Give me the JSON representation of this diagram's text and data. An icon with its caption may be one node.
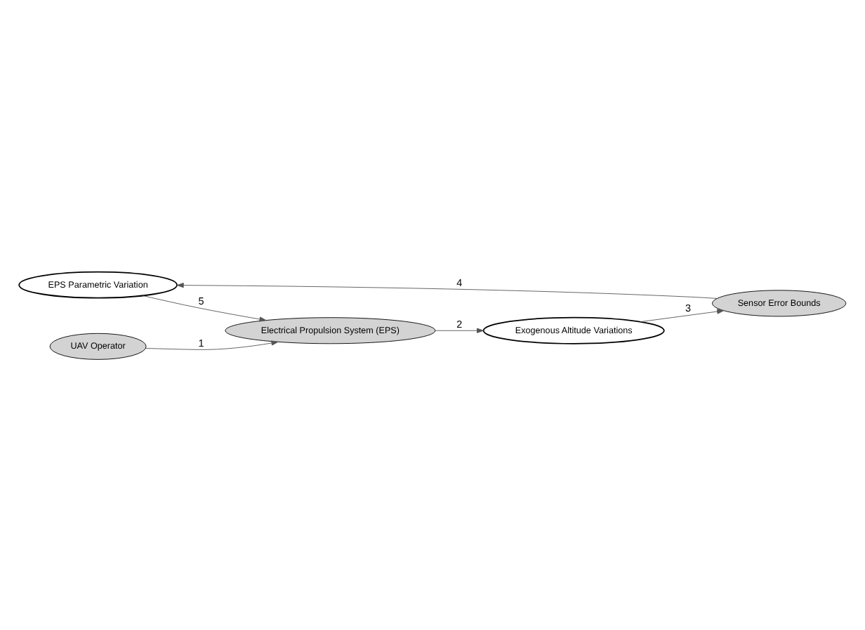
{
  "diagram": {
    "nodes": [
      {
        "text": [
          "EPS Parametric Variation"
        ]
      },
      {
        "text": [
          "Electrical Propulsion System (EPS)"
        ]
      },
      {
        "text": [
          "UAV Operator"
        ]
      },
      {
        "text": [
          "Exogenous Altitude Variations"
        ]
      },
      {
        "text": [
          "Sensor Error Bounds"
        ]
      }
    ],
    "edges": [
      {
        "from": 0,
        "to": 1,
        "arrow": "to",
        "label": "5"
      },
      {
        "from": 2,
        "to": 1,
        "arrow": "to",
        "label": "1"
      },
      {
        "from": 1,
        "to": 3,
        "arrow": "to",
        "label": "2"
      },
      {
        "from": 3,
        "to": 4,
        "arrow": "to",
        "label": "3"
      },
      {
        "from": 4,
        "to": 0,
        "arrow": "to",
        "label": "4"
      }
    ]
  }
}
